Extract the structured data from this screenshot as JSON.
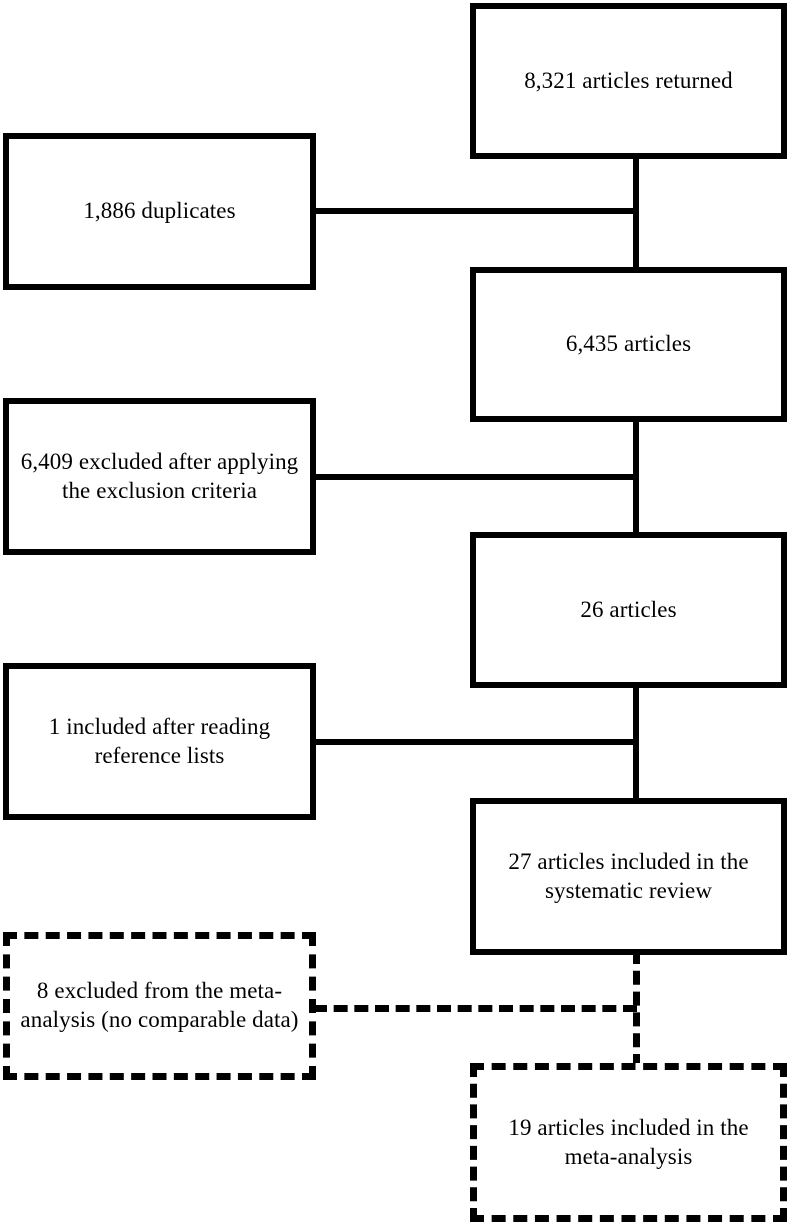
{
  "diagram": {
    "title": "PRISMA study selection flow diagram",
    "type": "flowchart",
    "colors": {
      "stroke": "#000000",
      "fill": "#ffffff",
      "text": "#000000"
    },
    "nodes": {
      "records_returned": {
        "label": "8,321 articles returned",
        "count": 8321,
        "style": "solid",
        "column": "right"
      },
      "duplicates": {
        "label": "1,886 duplicates",
        "count": 1886,
        "style": "solid",
        "column": "left"
      },
      "after_duplicates": {
        "label": "6,435 articles",
        "count": 6435,
        "style": "solid",
        "column": "right"
      },
      "excluded_criteria": {
        "label": "6,409 excluded after applying the exclusion criteria",
        "count": 6409,
        "style": "solid",
        "column": "left"
      },
      "after_criteria": {
        "label": "26 articles",
        "count": 26,
        "style": "solid",
        "column": "right"
      },
      "added_references": {
        "label": "1 included after reading reference lists",
        "count": 1,
        "style": "solid",
        "column": "left"
      },
      "systematic_review": {
        "label": "27 articles included in the systematic review",
        "count": 27,
        "style": "solid",
        "column": "right"
      },
      "excluded_meta": {
        "label": "8 excluded from the meta-analysis (no comparable data)",
        "count": 8,
        "style": "dashed",
        "column": "left"
      },
      "meta_analysis": {
        "label": "19 articles included in the meta-analysis",
        "count": 19,
        "style": "dashed",
        "column": "right"
      }
    },
    "connectors": [
      {
        "name": "returned-to-after-duplicates",
        "style": "solid",
        "orientation": "vertical"
      },
      {
        "name": "duplicates-to-spine",
        "style": "solid",
        "orientation": "horizontal"
      },
      {
        "name": "after-duplicates-to-after-criteria",
        "style": "solid",
        "orientation": "vertical"
      },
      {
        "name": "excluded-criteria-to-spine",
        "style": "solid",
        "orientation": "horizontal"
      },
      {
        "name": "after-criteria-to-systematic-review",
        "style": "solid",
        "orientation": "vertical"
      },
      {
        "name": "added-references-to-spine",
        "style": "solid",
        "orientation": "horizontal"
      },
      {
        "name": "systematic-review-to-meta-analysis",
        "style": "dashed",
        "orientation": "vertical"
      },
      {
        "name": "excluded-meta-to-spine",
        "style": "dashed",
        "orientation": "horizontal"
      }
    ]
  }
}
